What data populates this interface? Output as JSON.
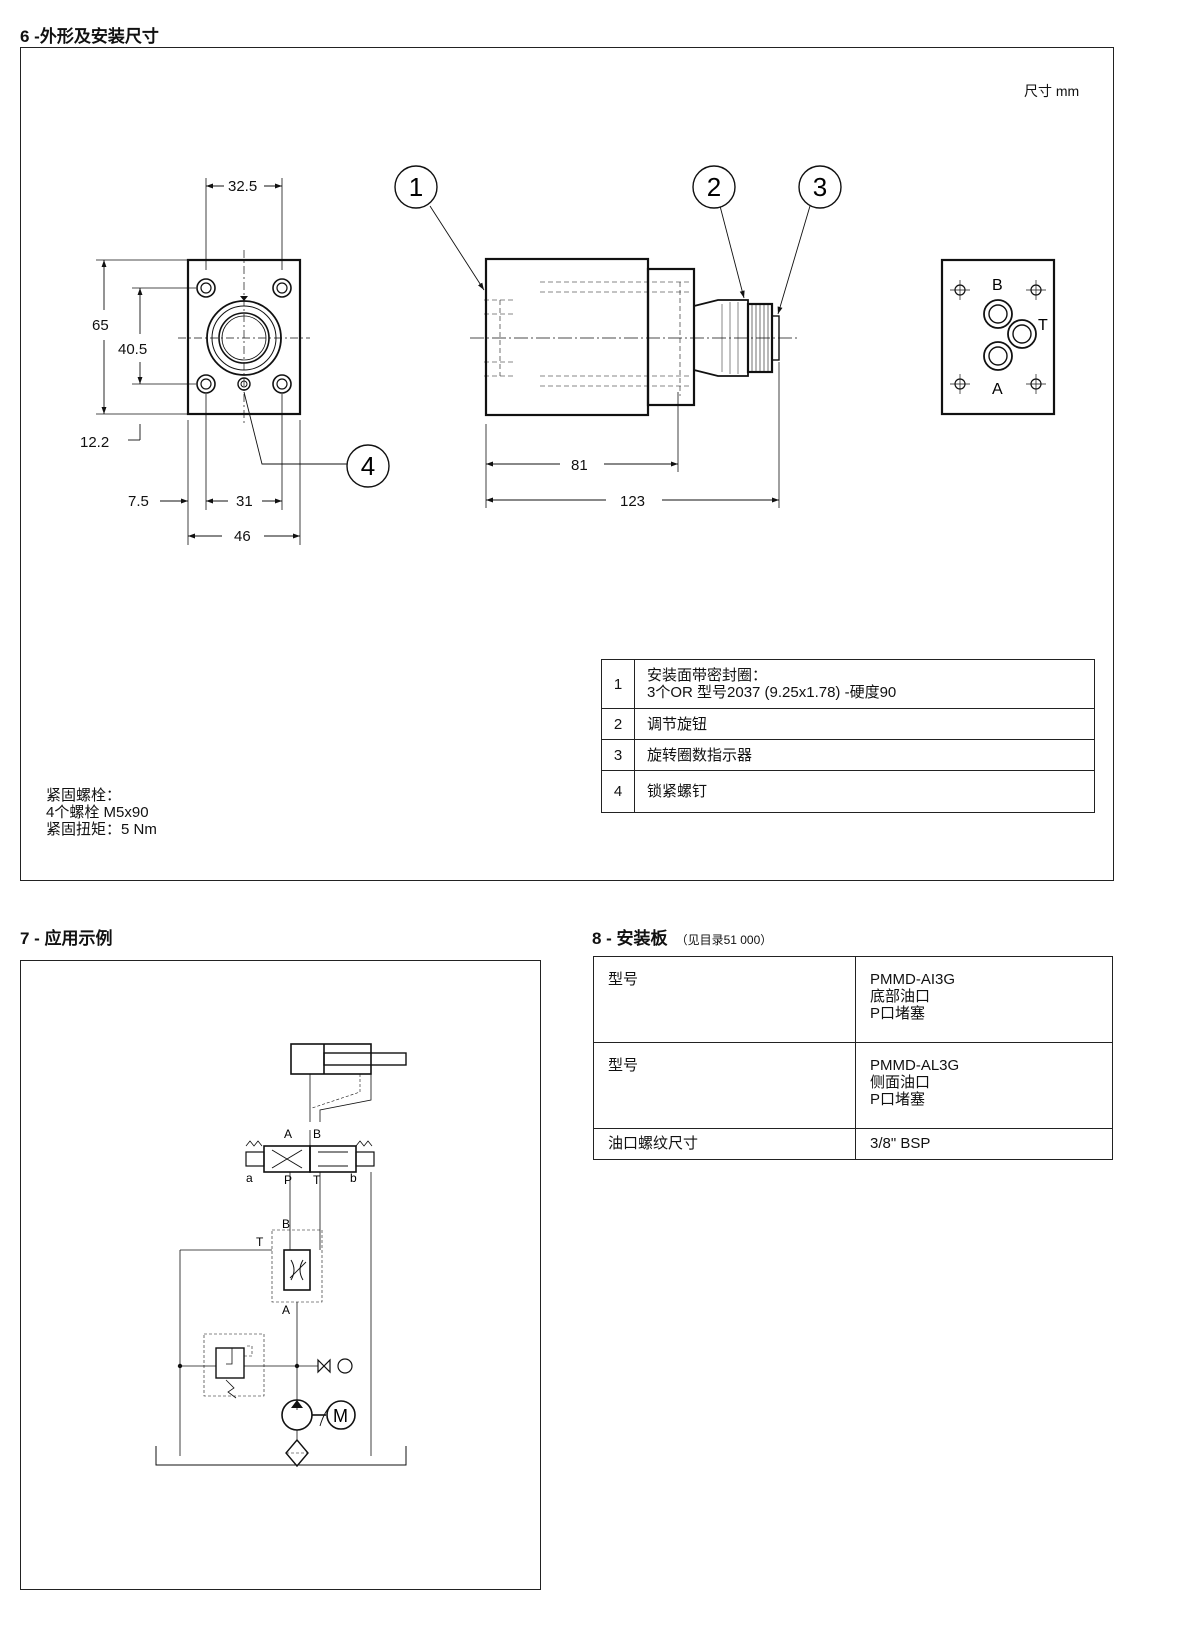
{
  "section6": {
    "title": "6 -外形及安装尺寸",
    "unit": "尺寸 mm",
    "dims": {
      "d32_5": "32.5",
      "d65": "65",
      "d40_5": "40.5",
      "d12_2": "12.2",
      "d7_5": "7.5",
      "d31": "31",
      "d46": "46",
      "d81": "81",
      "d123": "123"
    },
    "callouts": [
      "1",
      "2",
      "3",
      "4"
    ],
    "port_labels": {
      "b": "B",
      "t": "T",
      "a": "A"
    },
    "bolts": {
      "line1": "紧固螺栓：",
      "line2": "4个螺栓  M5x90",
      "line3": "紧固扭矩：5 Nm"
    },
    "parts": [
      {
        "num": "1",
        "line1": "安装面带密封圈：",
        "line2": "3个OR 型号2037 (9.25x1.78) -硬度90"
      },
      {
        "num": "2",
        "line1": "调节旋钮",
        "line2": ""
      },
      {
        "num": "3",
        "line1": "旋转圈数指示器",
        "line2": ""
      },
      {
        "num": "4",
        "line1": "锁紧螺钉",
        "line2": ""
      }
    ]
  },
  "section7": {
    "title": "7 - 应用示例",
    "labels": {
      "a": "A",
      "b": "B",
      "a_small": "a",
      "p": "P",
      "t": "T",
      "b_small": "b",
      "fb": "B",
      "ft": "T",
      "fa": "A",
      "motor": "M"
    }
  },
  "section8": {
    "title": "8 - 安装板",
    "subtitle": "（见目录51 000）",
    "rows": [
      {
        "label": "型号",
        "v1": "PMMD-AI3G",
        "v2": "底部油口",
        "v3": "P口堵塞"
      },
      {
        "label": "型号",
        "v1": "PMMD-AL3G",
        "v2": "侧面油口",
        "v3": "P口堵塞"
      },
      {
        "label": "油口螺纹尺寸",
        "v1": "3/8\" BSP",
        "v2": "",
        "v3": ""
      }
    ]
  }
}
